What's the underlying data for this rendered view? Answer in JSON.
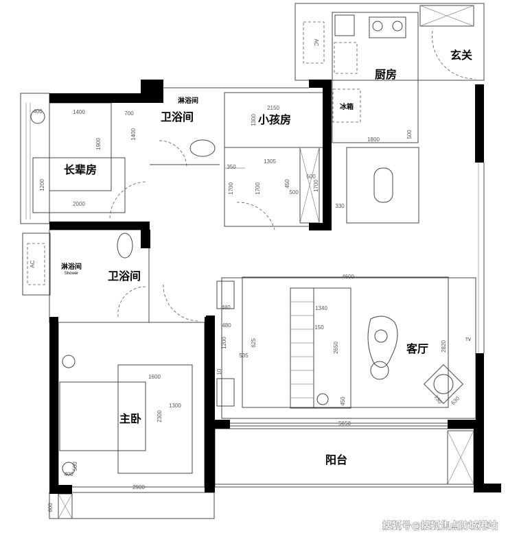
{
  "rooms": {
    "elder_bedroom": "长辈房",
    "bathroom_1": "卫浴间",
    "shower_1": "淋浴间",
    "kids_room": "小孩房",
    "kitchen": "厨房",
    "fridge": "冰箱",
    "entrance": "玄关",
    "bathroom_2": "卫浴间",
    "shower_2": "淋浴间",
    "shower_en": "Shower",
    "master_bedroom": "主卧",
    "living_room": "客厅",
    "balcony": "阳台"
  },
  "labels": {
    "ac_1": "AC",
    "ac_2": "AC",
    "tv": "TV"
  },
  "dimensions": [
    "400",
    "1400",
    "700",
    "1400",
    "1900",
    "1200",
    "2000",
    "2150",
    "1300",
    "1305",
    "350",
    "1700",
    "1700",
    "450",
    "500",
    "500",
    "1700",
    "1800",
    "500",
    "330",
    "4600",
    "1340",
    "150",
    "2650",
    "480",
    "1200",
    "625",
    "535",
    "2820",
    "450",
    "730",
    "630",
    "5650",
    "1600",
    "1300",
    "2300",
    "2900",
    "600",
    "400",
    "500",
    "480",
    "10"
  ],
  "watermark": "搜狐号@搜狐焦点防城港站"
}
